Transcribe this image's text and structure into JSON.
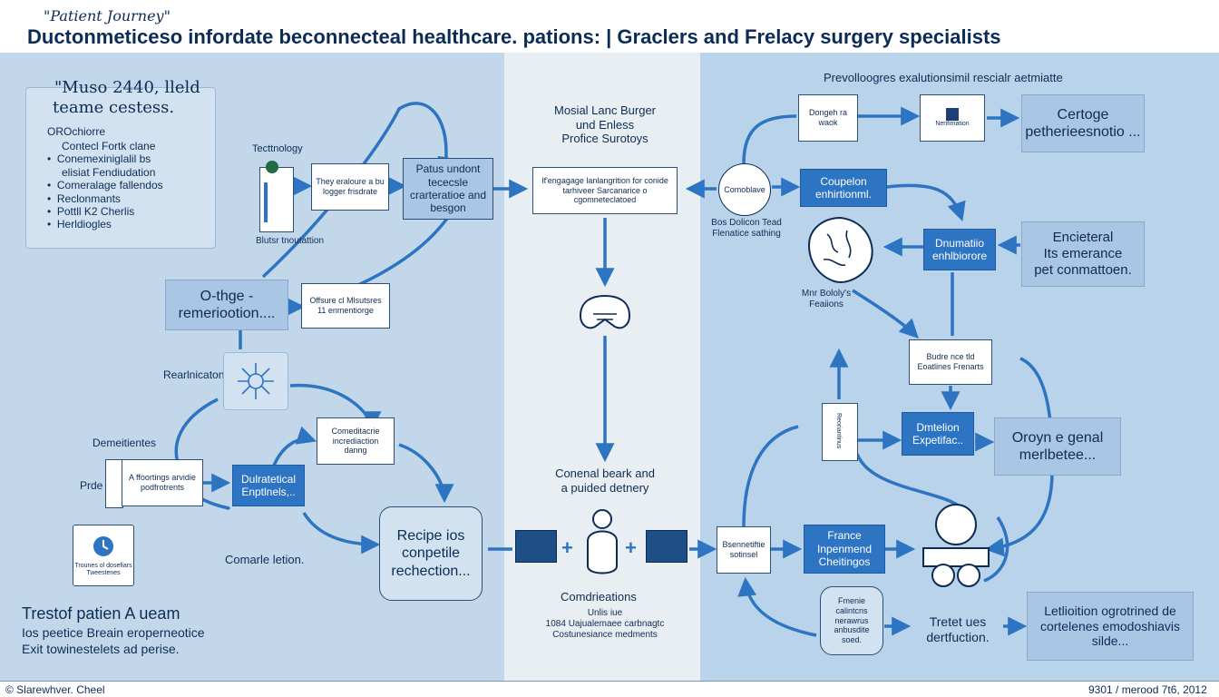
{
  "header": {
    "subtitle": "\"Patient Journey\"",
    "title": "Ductonmeticeso infordate beconnecteal healthcare. pations:  |  Graclers and Frelacy surgery specialists"
  },
  "left": {
    "card_title_1": "\"Muso 2440,  lleld",
    "card_title_2": "teame cestess.",
    "card_heading": "OROchiorre",
    "card_items": [
      "Contecl Fortk clane",
      "Conemexiniglalil bs",
      "elisiat Fendiudation",
      "Comeralage fallendos",
      "Reclonmants",
      "Pottll K2 Cherlis",
      "Herldiogles"
    ],
    "technology": "Tecttnology",
    "doc_caption": "Blutsr tnoutattion",
    "box_small": "They eraloure a bu logger frisdrate",
    "box_pation": "Patus undont tececsle crarteratioe and besgon",
    "box_orthage": "O-thge -\nremeriootion....",
    "box_offside": "Offsure cl Mlsutsres 11 enmentiorge",
    "reanicatons": "Rearlnicatons",
    "box_compl": "Comeditacrie incrediaction danng",
    "dementiates": "Demeitientes",
    "pride": "Prde",
    "box_foorling": "A ffoortings arvidie podfrotrents",
    "box_dulrat": "Dulratetical Enptlnels,..",
    "clock_caption": "Trounes ol dosefiars Tweestenes",
    "box_recipe": "Recipe ios conpetile rechection...",
    "comarie": "Comarle letion.",
    "bottom_title": "Trestof patien A ueam",
    "bottom_line1": "Ios peetice Breain eroperneotice",
    "bottom_line2": "Exit towinestelets ad perise."
  },
  "middle": {
    "heading": "Mosial Lanc Burger\nund Enless\nProfice Surotoys",
    "box_top": "If'engagage lanlangrition for conide tarhiveer Sarcanarice o cgomneteclatoed",
    "bottom_text": "Conenal beark and\na puided detnery",
    "complications": "Comdrieations",
    "complications_sub": "Unlis iue\n1084 Uajualemaee carbnagtc\nCostunesiance medments"
  },
  "right": {
    "heading": "Prevolloogres exalutionsimil rescialr aetmiatte",
    "box_dongeh": "Dongeh ra waok",
    "box_logo": "Nerifimation",
    "box_certage": "Certoge\npetherieesnotio ...",
    "circle_label": "Comoblave",
    "circle_caption": "Bos Dolicon Tead\nFlenatice sathing",
    "box_coupelon": "Coupelon\nenhirtionml.",
    "box_dnumatio": "Dnumatiio\nenhlbiorore",
    "box_encieteral": "Encieteral\nIts emerance\npet conmattoen.",
    "brain_caption": "Mnr Bololy's\nFeaiions",
    "box_budre": "Budre nce tld Eoatlines Frenarts",
    "box_dmtelion": "Dmtelion\nExpetifac..",
    "box_oroyn": "Oroyn e genal\nmerlbetee...",
    "box_bsennetic": "Bsennetiftie sotinsel",
    "box_france": "France\nInpenmend\nCheitingos",
    "box_frmenie": "Fmenie calintcns nerawrus anbusdite soed.",
    "box_trete": "Tretet ues\ndertfuction.",
    "box_letlioition": "Letlioition ogrotrined de\ncortelenes emodoshiavis\nsilde...",
    "vertical_doc": "Reoriantinus"
  },
  "footer": {
    "left": "© Slarewhver. Cheel",
    "right": "9301 / merood 7t6, 2012"
  }
}
